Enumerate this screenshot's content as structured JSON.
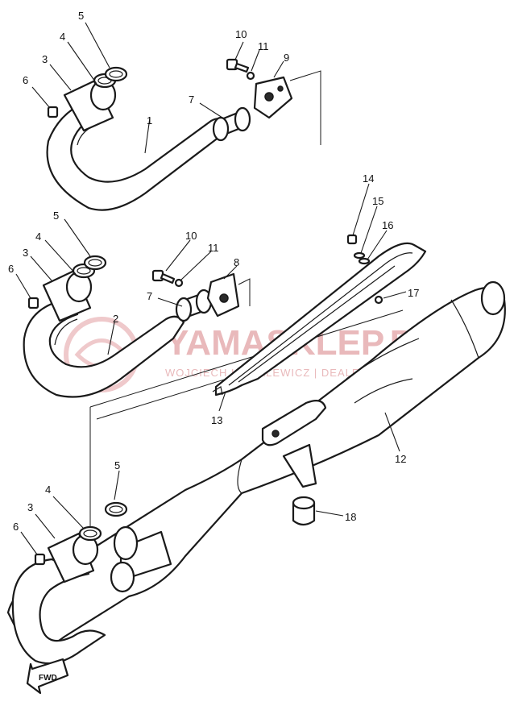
{
  "callouts": [
    {
      "id": "c1",
      "text": "1"
    },
    {
      "id": "c2",
      "text": "2"
    },
    {
      "id": "c3a",
      "text": "3"
    },
    {
      "id": "c3b",
      "text": "3"
    },
    {
      "id": "c3c",
      "text": "3"
    },
    {
      "id": "c4a",
      "text": "4"
    },
    {
      "id": "c4b",
      "text": "4"
    },
    {
      "id": "c4c",
      "text": "4"
    },
    {
      "id": "c5a",
      "text": "5"
    },
    {
      "id": "c5b",
      "text": "5"
    },
    {
      "id": "c5c",
      "text": "5"
    },
    {
      "id": "c6a",
      "text": "6"
    },
    {
      "id": "c6b",
      "text": "6"
    },
    {
      "id": "c6c",
      "text": "6"
    },
    {
      "id": "c7a",
      "text": "7"
    },
    {
      "id": "c7b",
      "text": "7"
    },
    {
      "id": "c8",
      "text": "8"
    },
    {
      "id": "c9",
      "text": "9"
    },
    {
      "id": "c10a",
      "text": "10"
    },
    {
      "id": "c10b",
      "text": "10"
    },
    {
      "id": "c11a",
      "text": "11"
    },
    {
      "id": "c11b",
      "text": "11"
    },
    {
      "id": "c12",
      "text": "12"
    },
    {
      "id": "c13",
      "text": "13"
    },
    {
      "id": "c14",
      "text": "14"
    },
    {
      "id": "c15",
      "text": "15"
    },
    {
      "id": "c16",
      "text": "16"
    },
    {
      "id": "c17",
      "text": "17"
    },
    {
      "id": "c18",
      "text": "18"
    }
  ],
  "watermark": {
    "title": "YAMASKLEP.PL",
    "subtitle": "WOJCIECH KOWALEWICZ | DEALER YAMAHA"
  },
  "fwd_label": "FWD",
  "colors": {
    "line": "#1a1a1a",
    "watermark": "#e9b9bb",
    "background": "#ffffff"
  }
}
